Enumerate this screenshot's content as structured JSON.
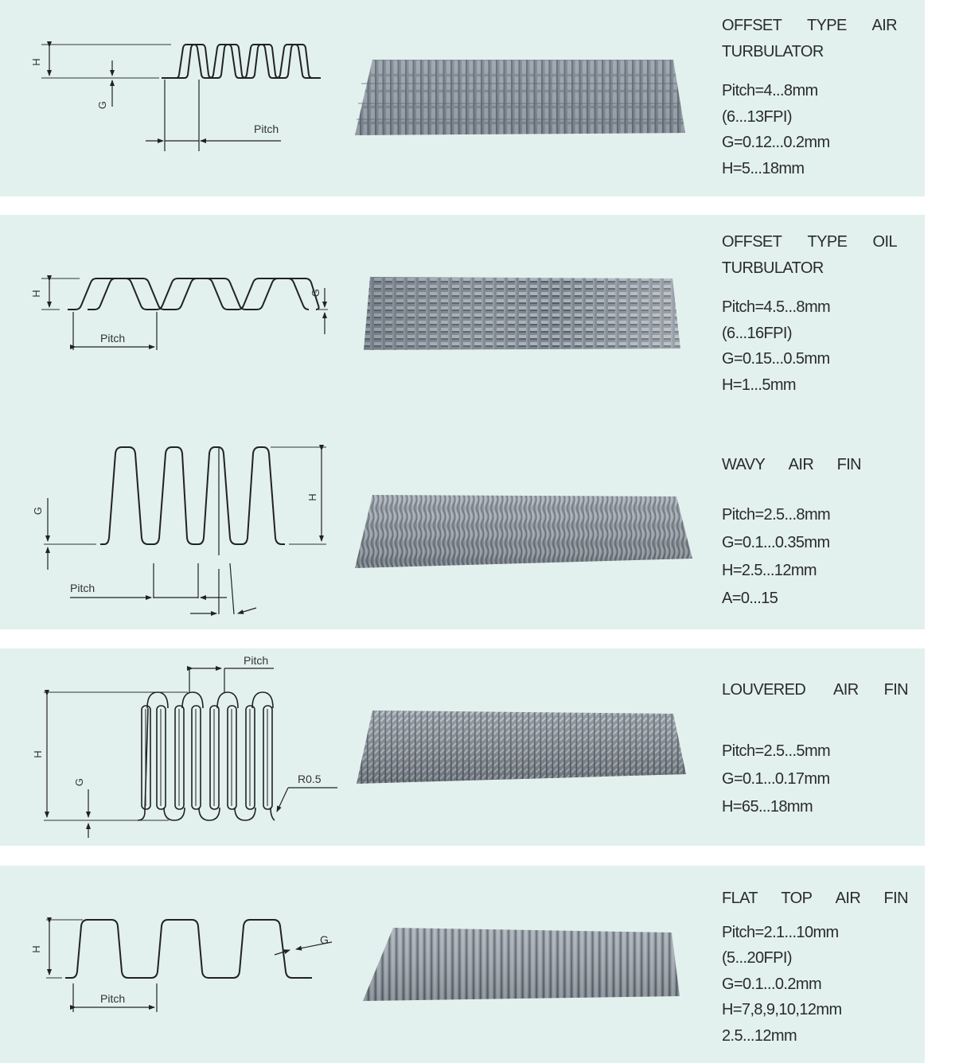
{
  "colors": {
    "panel_bg": "#e2f1ee",
    "page_bg": "#ffffff",
    "line": "#222222",
    "fin_metal": "#8a939c"
  },
  "fins": [
    {
      "id": "offset-air",
      "title_words": [
        "OFFSET",
        "TYPE",
        "AIR"
      ],
      "title_line2": "TURBULATOR",
      "specs": [
        "Pitch=4...8mm",
        "(6...13FPI)",
        "G=0.12...0.2mm",
        "H=5...18mm"
      ],
      "diagram_labels": {
        "h": "H",
        "g": "G",
        "pitch": "Pitch"
      }
    },
    {
      "id": "offset-oil",
      "title_words": [
        "OFFSET",
        "TYPE",
        "OIL"
      ],
      "title_line2": "TURBULATOR",
      "specs": [
        "Pitch=4.5...8mm",
        "(6...16FPI)",
        "G=0.15...0.5mm",
        "H=1...5mm"
      ],
      "diagram_labels": {
        "h": "H",
        "g": "G",
        "pitch": "Pitch"
      }
    },
    {
      "id": "wavy-air",
      "title_words": [
        "WAVY",
        "AIR",
        "FIN"
      ],
      "title_line2": "",
      "specs": [
        "Pitch=2.5...8mm",
        "G=0.1...0.35mm",
        "H=2.5...12mm",
        "A=0...15"
      ],
      "diagram_labels": {
        "h": "H",
        "g": "G",
        "pitch": "Pitch"
      }
    },
    {
      "id": "louvered-air",
      "title_words": [
        "LOUVERED",
        "AIR",
        "FIN"
      ],
      "title_line2": "",
      "specs": [
        "Pitch=2.5...5mm",
        "G=0.1...0.17mm",
        "H=65...18mm"
      ],
      "diagram_labels": {
        "h": "H",
        "g": "G",
        "pitch": "Pitch",
        "radius": "R0.5"
      }
    },
    {
      "id": "flat-top-air",
      "title_words": [
        "FLAT",
        "TOP",
        "AIR",
        "FIN"
      ],
      "title_line2": "",
      "specs": [
        "Pitch=2.1...10mm",
        "(5...20FPI)",
        "G=0.1...0.2mm",
        "H=7,8,9,10,12mm",
        "2.5...12mm"
      ],
      "diagram_labels": {
        "h": "H",
        "g": "G",
        "pitch": "Pitch"
      }
    }
  ]
}
